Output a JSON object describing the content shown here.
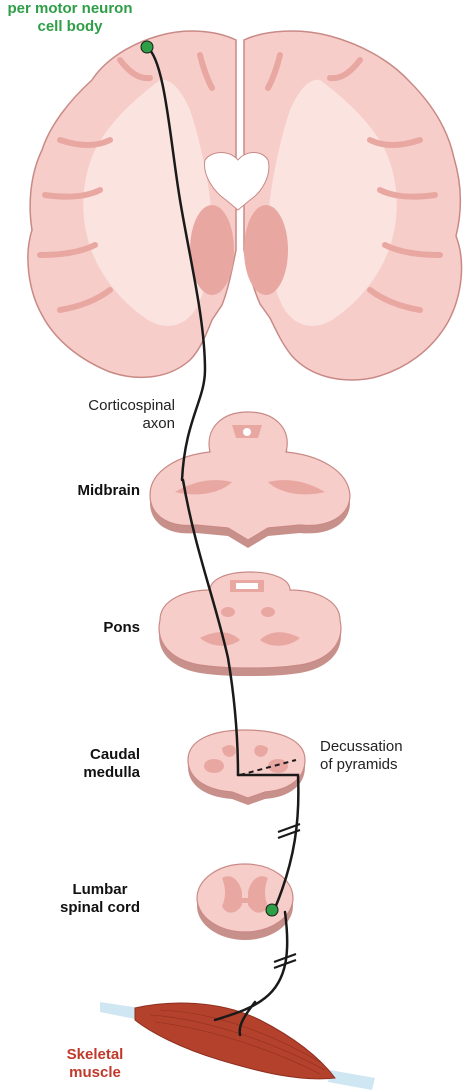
{
  "colors": {
    "tissue": "#f6cdc9",
    "tissue_edge": "#c98a86",
    "gray_matter": "#e9a7a2",
    "tissue_shadow": "#c8908b",
    "white_matter": "#fbe3e0",
    "axon": "#1a1a1a",
    "cell_body": "#2e9e47",
    "muscle": "#b4412c",
    "tendon": "#cfe6f3",
    "cell_body_label": "#2e9e47",
    "muscle_label": "#c0392b"
  },
  "labels": {
    "upper_neuron_line1": "per motor neuron",
    "upper_neuron_line2": "cell body",
    "corticospinal_line1": "Corticospinal",
    "corticospinal_line2": "axon",
    "midbrain": "Midbrain",
    "pons": "Pons",
    "caudal_line1": "Caudal",
    "caudal_line2": "medulla",
    "decussation_line1": "Decussation",
    "decussation_line2": "of pyramids",
    "lumbar_line1": "Lumbar",
    "lumbar_line2": "spinal cord",
    "muscle_line1": "Skeletal",
    "muscle_line2": "muscle"
  }
}
